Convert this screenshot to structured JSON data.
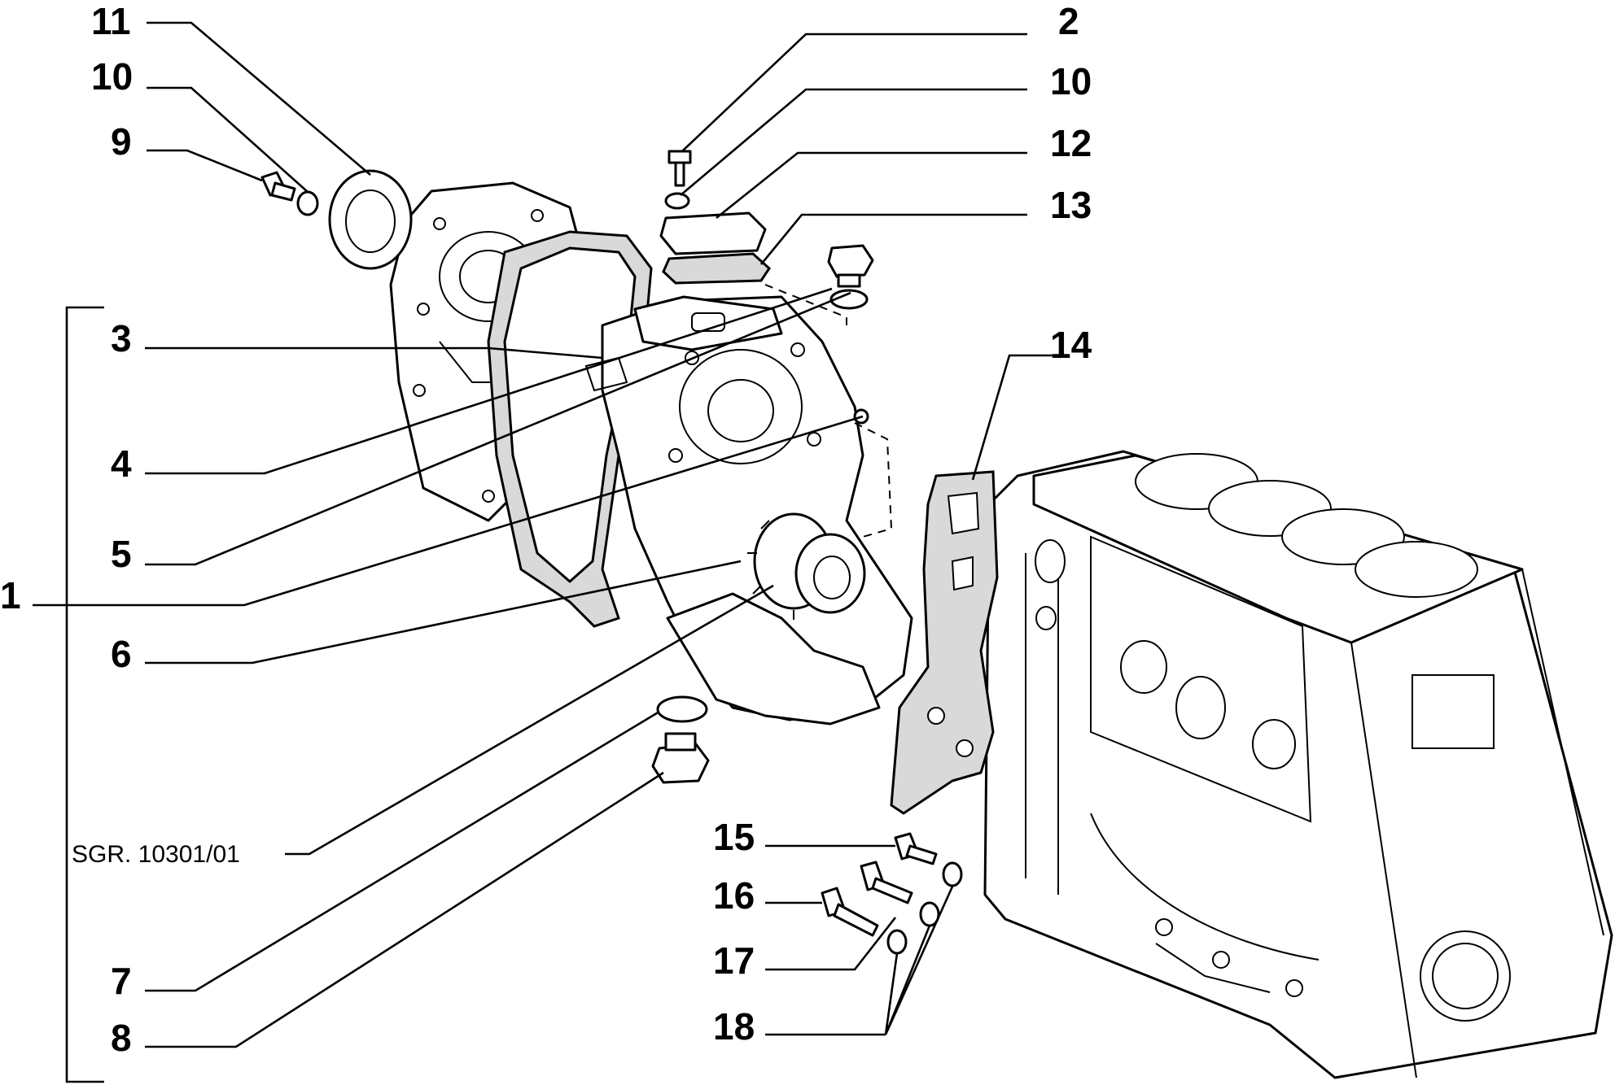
{
  "callouts": [
    {
      "key": "c11a",
      "text": "11"
    },
    {
      "key": "c10a",
      "text": "10"
    },
    {
      "key": "c9",
      "text": "9"
    },
    {
      "key": "c2",
      "text": "2"
    },
    {
      "key": "c10b",
      "text": "10"
    },
    {
      "key": "c12",
      "text": "12"
    },
    {
      "key": "c13",
      "text": "13"
    },
    {
      "key": "c14",
      "text": "14"
    },
    {
      "key": "c3",
      "text": "3"
    },
    {
      "key": "c4",
      "text": "4"
    },
    {
      "key": "c5",
      "text": "5"
    },
    {
      "key": "c1",
      "text": "1"
    },
    {
      "key": "c6",
      "text": "6"
    },
    {
      "key": "c7",
      "text": "7"
    },
    {
      "key": "c8",
      "text": "8"
    },
    {
      "key": "c15",
      "text": "15"
    },
    {
      "key": "c16",
      "text": "16"
    },
    {
      "key": "c17",
      "text": "17"
    },
    {
      "key": "c18",
      "text": "18"
    }
  ],
  "reference": "SGR. 10301/01"
}
